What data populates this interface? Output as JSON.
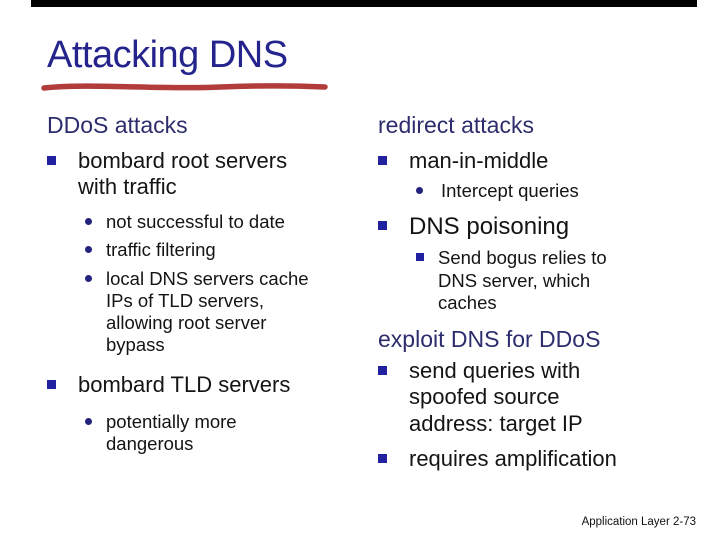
{
  "slide": {
    "title": "Attacking DNS",
    "footer": "Application Layer 2-73",
    "colors": {
      "title_navy": "#24248C",
      "header_navy": "#2D2D6E",
      "bullet_navy": "#2222A0",
      "underline_red": "#B23B3B",
      "body_text": "#141414",
      "top_bar": "#000000"
    },
    "left": {
      "header": "DDoS attacks",
      "items": {
        "bombard_root": "bombard root servers with traffic",
        "not_successful": "not successful to date",
        "traffic_filtering": "traffic filtering",
        "local_dns_cache": "local DNS servers cache IPs of TLD servers, allowing root server bypass",
        "bombard_tld": "bombard TLD servers",
        "potentially": "potentially more dangerous"
      }
    },
    "right": {
      "header_redirect": "redirect attacks",
      "header_exploit": "exploit DNS for DDoS",
      "items": {
        "man_in_middle": "man-in-middle",
        "intercept": "Intercept queries",
        "dns_poisoning": "DNS poisoning",
        "send_bogus": "Send bogus relies to DNS server, which caches",
        "send_queries": "send queries with spoofed source address: target IP",
        "requires_amp": "requires amplification"
      }
    }
  }
}
